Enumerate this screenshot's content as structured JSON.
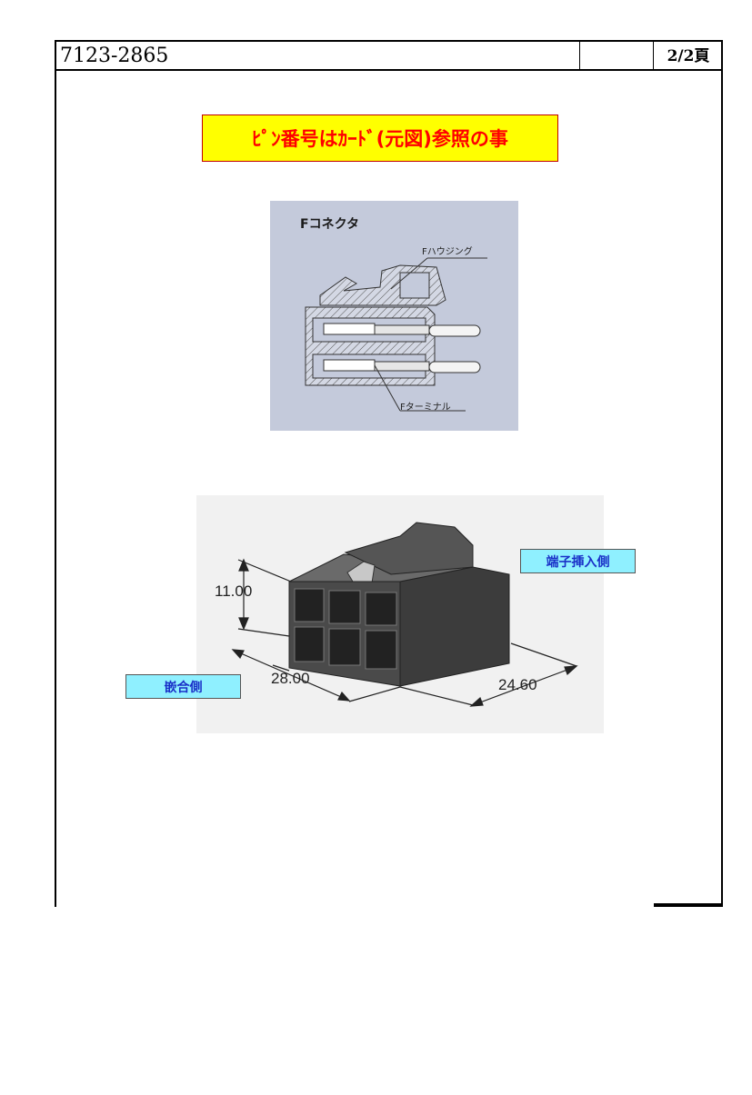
{
  "header": {
    "doc_number": "7123-2865",
    "page": "2/2頁"
  },
  "notice": "ﾋﾟﾝ番号はｶｰﾄﾞ(元図)参照の事",
  "section_diagram": {
    "title": "Fコネクタ",
    "label_housing": "Fハウジング",
    "label_terminal": "Fターミナル"
  },
  "product_photo": {
    "dim_height": "11.00",
    "dim_width": "28.00",
    "dim_depth": "24.60",
    "tag_insertion": "端子挿入側",
    "tag_mating": "嵌合側"
  },
  "colors": {
    "notice_bg": "#ffff00",
    "notice_text": "#ff0000",
    "tag_bg": "#8ff0ff",
    "tag_text": "#1a30c8",
    "diagram_bg": "#c4cadb"
  }
}
